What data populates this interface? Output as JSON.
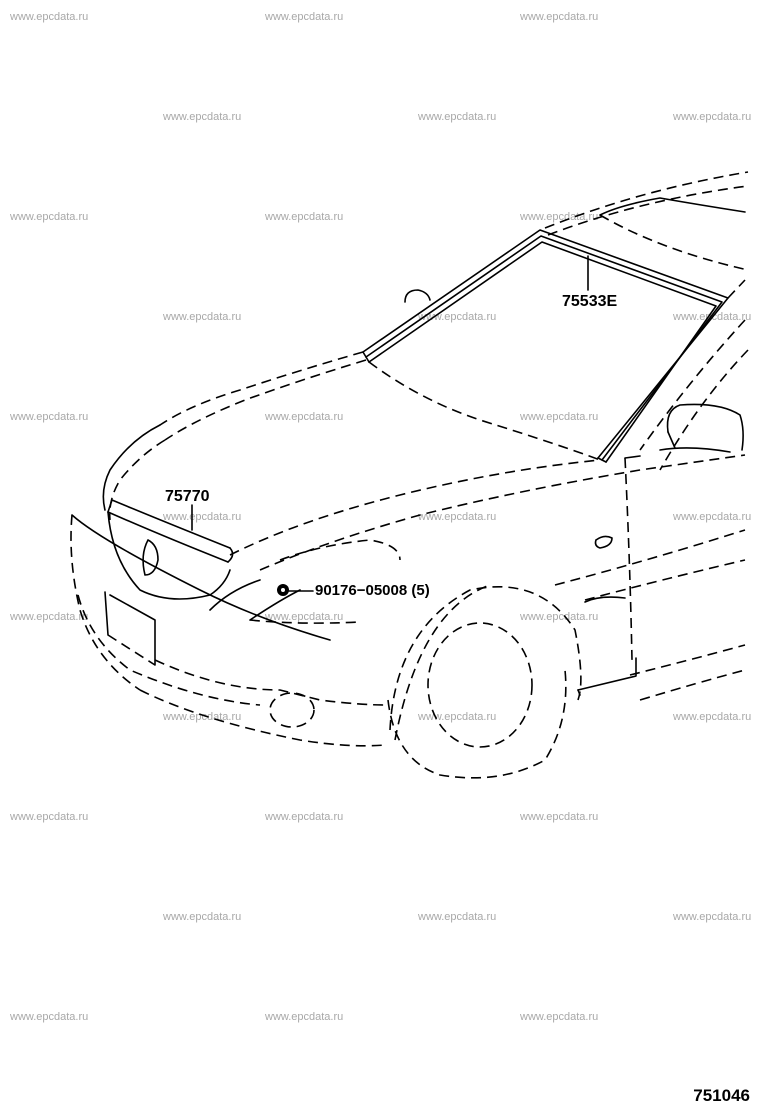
{
  "diagram": {
    "type": "parts-catalog-exploded-view",
    "subject": "front body / windshield and hood moldings",
    "diagram_number": "751046"
  },
  "parts": [
    {
      "id": "part-windshield-molding",
      "number": "75533E",
      "label": "75533E"
    },
    {
      "id": "part-hood-molding",
      "number": "75770",
      "label": "75770"
    },
    {
      "id": "part-clip",
      "number": "90176-05008",
      "quantity": "5",
      "label": "90176−05008 (5)"
    }
  ],
  "watermark": {
    "text": "www.epcdata.ru",
    "color": "#a8a8a8"
  },
  "colors": {
    "line": "#000000",
    "background": "#ffffff"
  }
}
